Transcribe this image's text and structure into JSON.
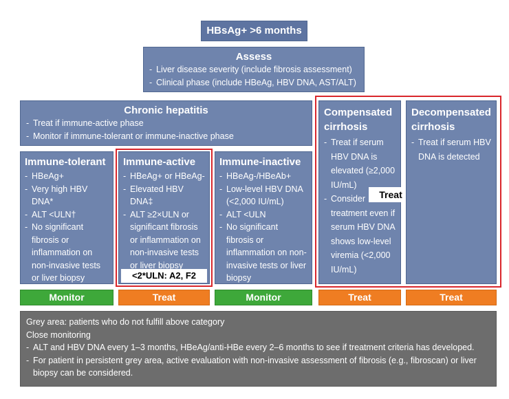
{
  "header": {
    "title": "HBsAg+ >6 months"
  },
  "assess": {
    "title": "Assess",
    "items": [
      "Liver disease severity (include fibrosis assessment)",
      "Clinical phase (include HBeAg, HBV DNA, AST/ALT)"
    ]
  },
  "chronic": {
    "title": "Chronic hepatitis",
    "items": [
      "Treat if immune-active phase",
      "Monitor if immune-tolerant or immune-inactive phase"
    ]
  },
  "tolerant": {
    "title": "Immune-tolerant",
    "items": [
      "HBeAg+",
      "Very high HBV DNA*",
      "ALT <ULN†",
      "No significant fibrosis or inflammation on non-invasive tests or liver biopsy"
    ],
    "action": "Monitor"
  },
  "active": {
    "title": "Immune-active",
    "items": [
      "HBeAg+ or HBeAg-",
      "Elevated HBV DNA‡",
      "ALT ≥2×ULN or significant fibrosis or inflammation on non-invasive tests or liver biopsy"
    ],
    "callout": "<2*ULN: A2, F2",
    "action": "Treat"
  },
  "inactive": {
    "title": "Immune-inactive",
    "items": [
      "HBeAg-/HBeAb+",
      "Low-level HBV DNA (<2,000 IU/mL)",
      "ALT <ULN",
      "No significant fibrosis or inflammation on non- invasive tests or liver biopsy"
    ],
    "action": "Monitor"
  },
  "compensated": {
    "title": "Compensated cirrhosis",
    "items": [
      "Treat if serum HBV DNA is elevated (≥2,000 IU/mL)",
      "Consider treatment even if serum HBV DNA shows low-level viremia (<2,000 IU/mL)"
    ],
    "callout": "Treat",
    "action": "Treat"
  },
  "decompensated": {
    "title": "Decompensated cirrhosis",
    "items": [
      "Treat if serum HBV DNA is detected"
    ],
    "action": "Treat"
  },
  "grey": {
    "line1": "Grey area: patients who do not fulfill above category",
    "line2": "Close monitoring",
    "items": [
      "ALT and HBV DNA every 1–3 months, HBeAg/anti-HBe every 2–6 months to see if treatment criteria has developed.",
      "For patient in persistent grey area, active evaluation with non-invasive assessment of fibrosis (e.g., fibroscan) or liver biopsy can be considered."
    ]
  },
  "colors": {
    "box": "#6f84ad",
    "monitor": "#3ea83a",
    "treat": "#ef7d22",
    "highlight": "#d9262b",
    "grey": "#6d6d6d"
  }
}
